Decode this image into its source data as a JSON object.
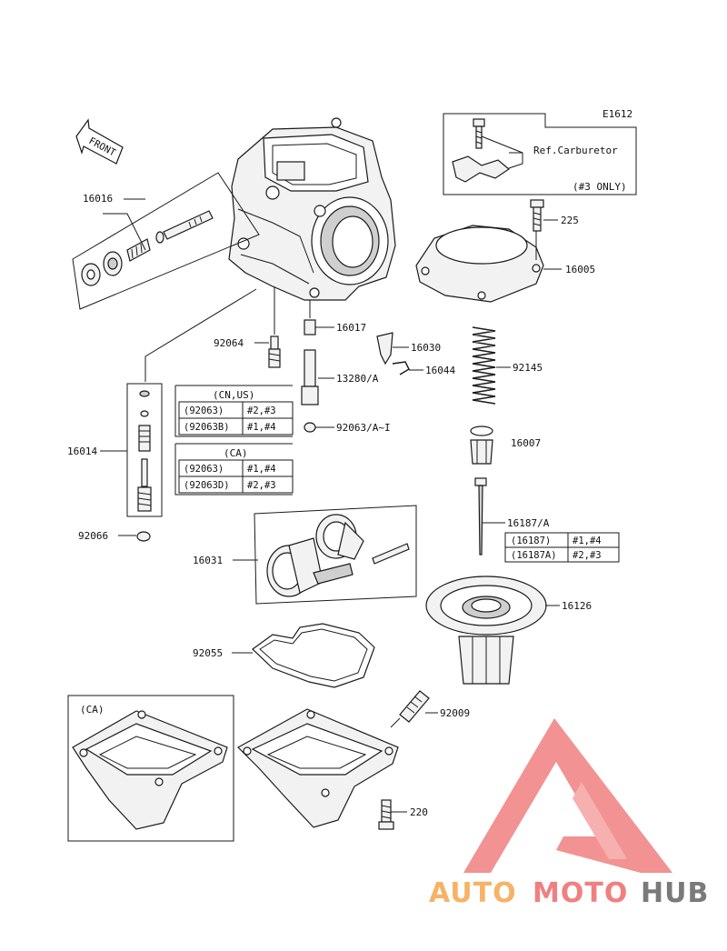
{
  "diagram_code": "E1612",
  "front_label": "FRONT",
  "ref_box": {
    "title": "Ref.Carburetor",
    "note": "(#3 ONLY)"
  },
  "parts": {
    "p16016": "16016",
    "p16014": "16014",
    "p92066": "92066",
    "p92064": "92064",
    "p16017": "16017",
    "p16030": "16030",
    "p16044": "16044",
    "p13280": "13280/A",
    "p92063": "92063/A~I",
    "p225": "225",
    "p16005": "16005",
    "p92145": "92145",
    "p16007": "16007",
    "p16187": "16187/A",
    "p16031": "16031",
    "p16126": "16126",
    "p92055": "92055",
    "p92009": "92009",
    "p220": "220"
  },
  "tables": {
    "cn_us": {
      "title": "(CN,US)",
      "rows": [
        {
          "part": "(92063)",
          "cyl": "#2,#3"
        },
        {
          "part": "(92063B)",
          "cyl": "#1,#4"
        }
      ]
    },
    "ca": {
      "title": "(CA)",
      "rows": [
        {
          "part": "(92063)",
          "cyl": "#1,#4"
        },
        {
          "part": "(92063D)",
          "cyl": "#2,#3"
        }
      ]
    },
    "needle": {
      "rows": [
        {
          "part": "(16187)",
          "cyl": "#1,#4"
        },
        {
          "part": "(16187A)",
          "cyl": "#2,#3"
        }
      ]
    }
  },
  "ca_box_label": "(CA)",
  "watermark": {
    "part1": "AUTO",
    "part2": "MOTO",
    "part3": "HUB"
  },
  "colors": {
    "watermark_orange": "#f7b267",
    "watermark_red": "#f08080",
    "watermark_gray": "#7a7a7a",
    "line": "#1a1a1a"
  }
}
